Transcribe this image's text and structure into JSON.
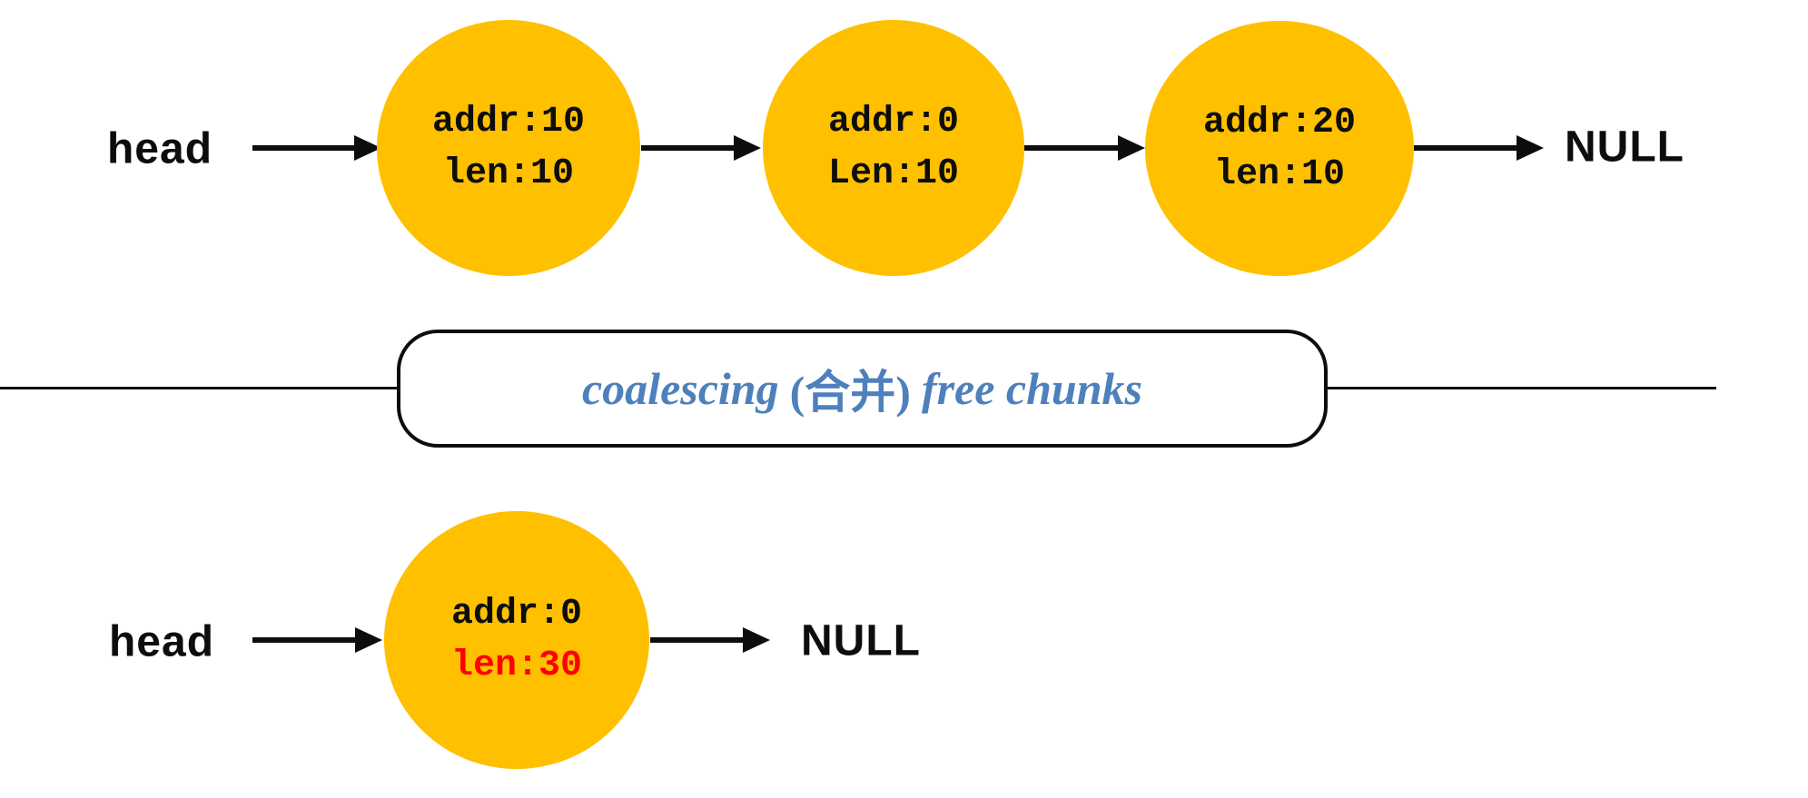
{
  "diagram": {
    "colors": {
      "node_fill": "#FFC000",
      "banner_text": "#4E80BC",
      "highlight": "#FF0000",
      "line": "#0D0D0D"
    },
    "top_list": {
      "head_label": "head",
      "null_label": "NULL",
      "nodes": [
        {
          "line1": "addr:10",
          "line2": "len:10"
        },
        {
          "line1": "addr:0",
          "line2": "Len:10"
        },
        {
          "line1": "addr:20",
          "line2": "len:10"
        }
      ]
    },
    "banner": {
      "segments": [
        {
          "text": "coalescing"
        },
        {
          "text": "(合并)"
        },
        {
          "text": "free chunks"
        }
      ]
    },
    "bottom_list": {
      "head_label": "head",
      "null_label": "NULL",
      "nodes": [
        {
          "line1": "addr:0",
          "line2": "len:30"
        }
      ]
    }
  }
}
